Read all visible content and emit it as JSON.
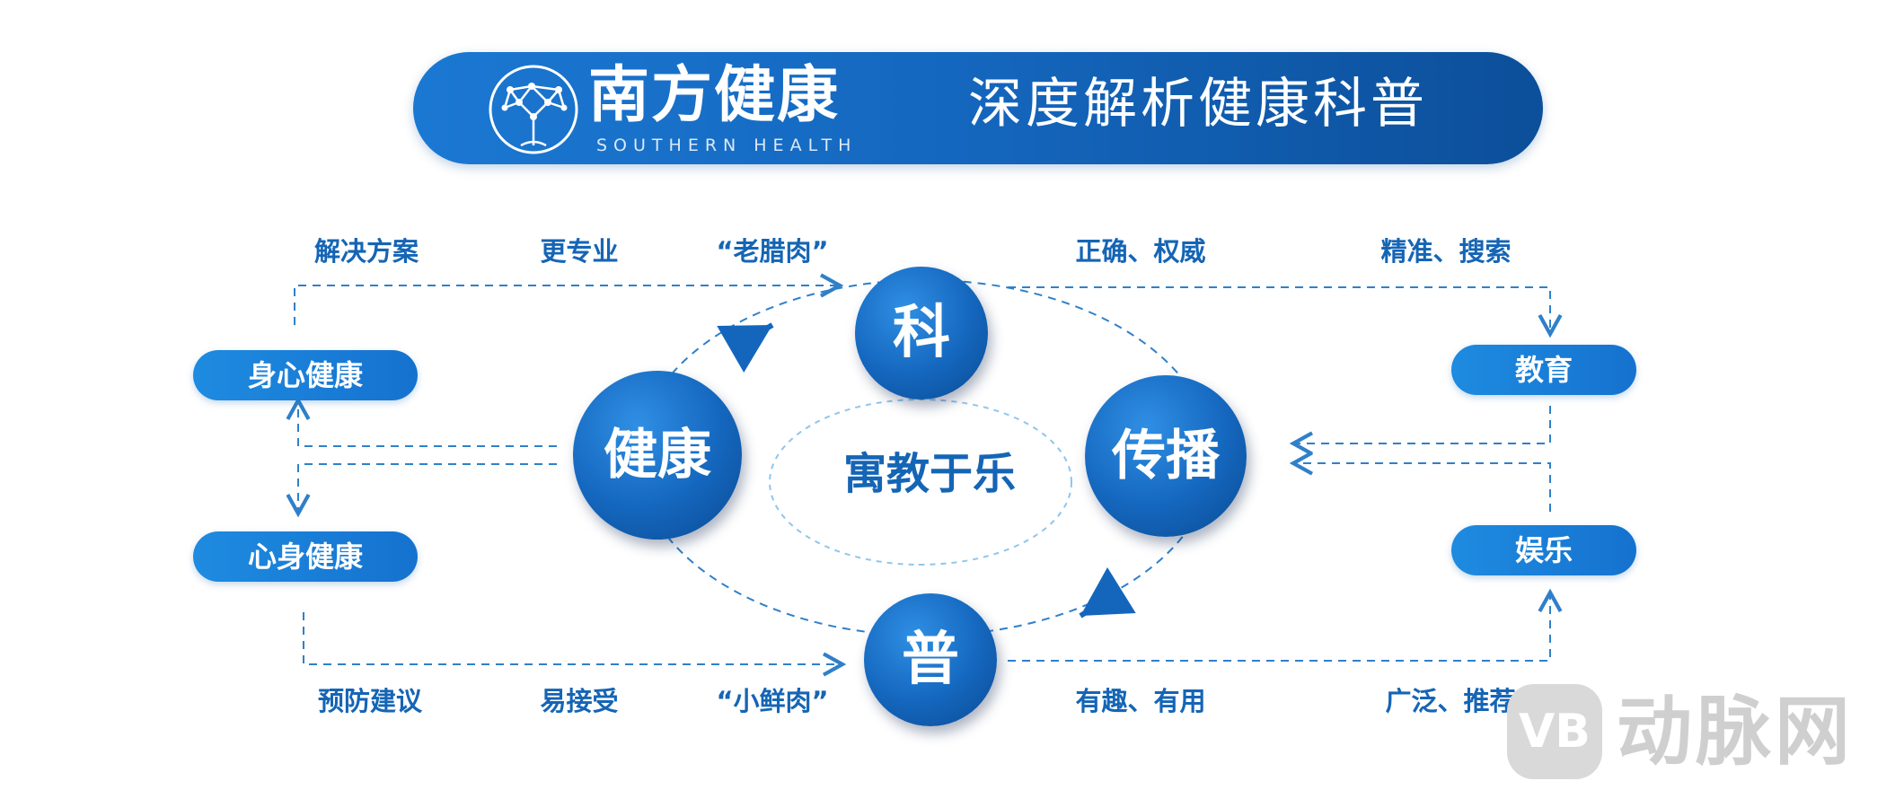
{
  "header": {
    "brand_cn": "南方健康",
    "brand_en": "SOUTHERN HEALTH",
    "slogan": "深度解析健康科普",
    "logo_icon": "tree-network-icon"
  },
  "circles": {
    "ke": "科",
    "pu": "普",
    "health": "健康",
    "spread": "传播",
    "center": "寓教于乐"
  },
  "top_labels": {
    "left_1": "解决方案",
    "left_2": "更专业",
    "left_3": "“老腊肉”",
    "right_1": "正确、权威",
    "right_2": "精准、搜索"
  },
  "bottom_labels": {
    "left_1": "预防建议",
    "left_2": "易接受",
    "left_3": "“小鲜肉”",
    "right_1": "有趣、有用",
    "right_2": "广泛、推荐"
  },
  "pills": {
    "body_mind": "身心健康",
    "mind_body": "心身健康",
    "education": "教育",
    "entertainment": "娱乐"
  },
  "watermark": {
    "badge": "VB",
    "text": "动脉网"
  },
  "colors": {
    "primary": "#1466bd",
    "label_blue": "#1565b5",
    "dash_blue": "#2f80c9",
    "watermark_gray": "#cfcfcf"
  }
}
